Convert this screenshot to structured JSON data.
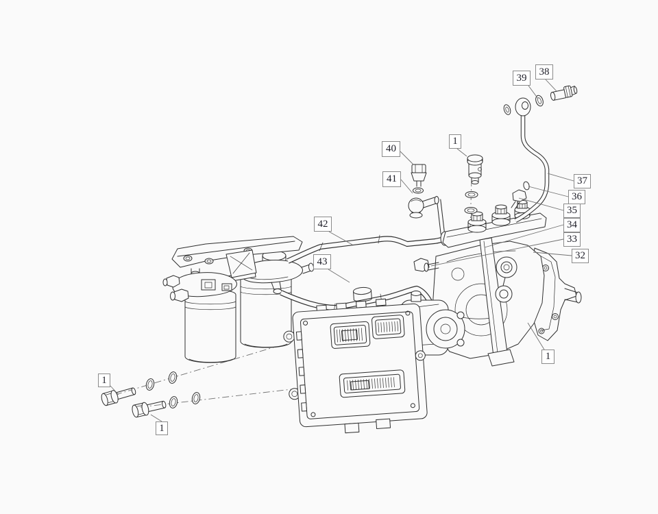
{
  "figure": {
    "type": "exploded-parts-diagram",
    "subject": "fuel system: twin fuel filters, engine control unit, fuel injection pump with pipes and fittings",
    "background_color": "#fafafa",
    "stroke_color": "#2e2e2e",
    "leader_line_color": "#707070",
    "callout_box": {
      "border_color": "#8a8a8a",
      "background": "#ffffff",
      "text_color": "#1e1e28"
    }
  },
  "callouts": [
    {
      "label": "39",
      "part": "sealing-washer"
    },
    {
      "label": "38",
      "part": "banjo-bolt"
    },
    {
      "label": "40",
      "part": "sensor"
    },
    {
      "label": "1",
      "part": "plug-fitting"
    },
    {
      "label": "41",
      "part": "sealing-washer"
    },
    {
      "label": "37",
      "part": "overflow-pipe"
    },
    {
      "label": "36",
      "part": "sealing-washer"
    },
    {
      "label": "35",
      "part": "banjo-bolt"
    },
    {
      "label": "34",
      "part": "rail-fitting"
    },
    {
      "label": "33",
      "part": "banjo-bolt"
    },
    {
      "label": "32",
      "part": "eye-fitting"
    },
    {
      "label": "42",
      "part": "fuel-pipe-upper"
    },
    {
      "label": "43",
      "part": "fuel-pipe-lower"
    },
    {
      "label": "1",
      "part": "injection-pump"
    },
    {
      "label": "1",
      "part": "mounting-bolt-upper"
    },
    {
      "label": "1",
      "part": "mounting-bolt-lower"
    }
  ]
}
